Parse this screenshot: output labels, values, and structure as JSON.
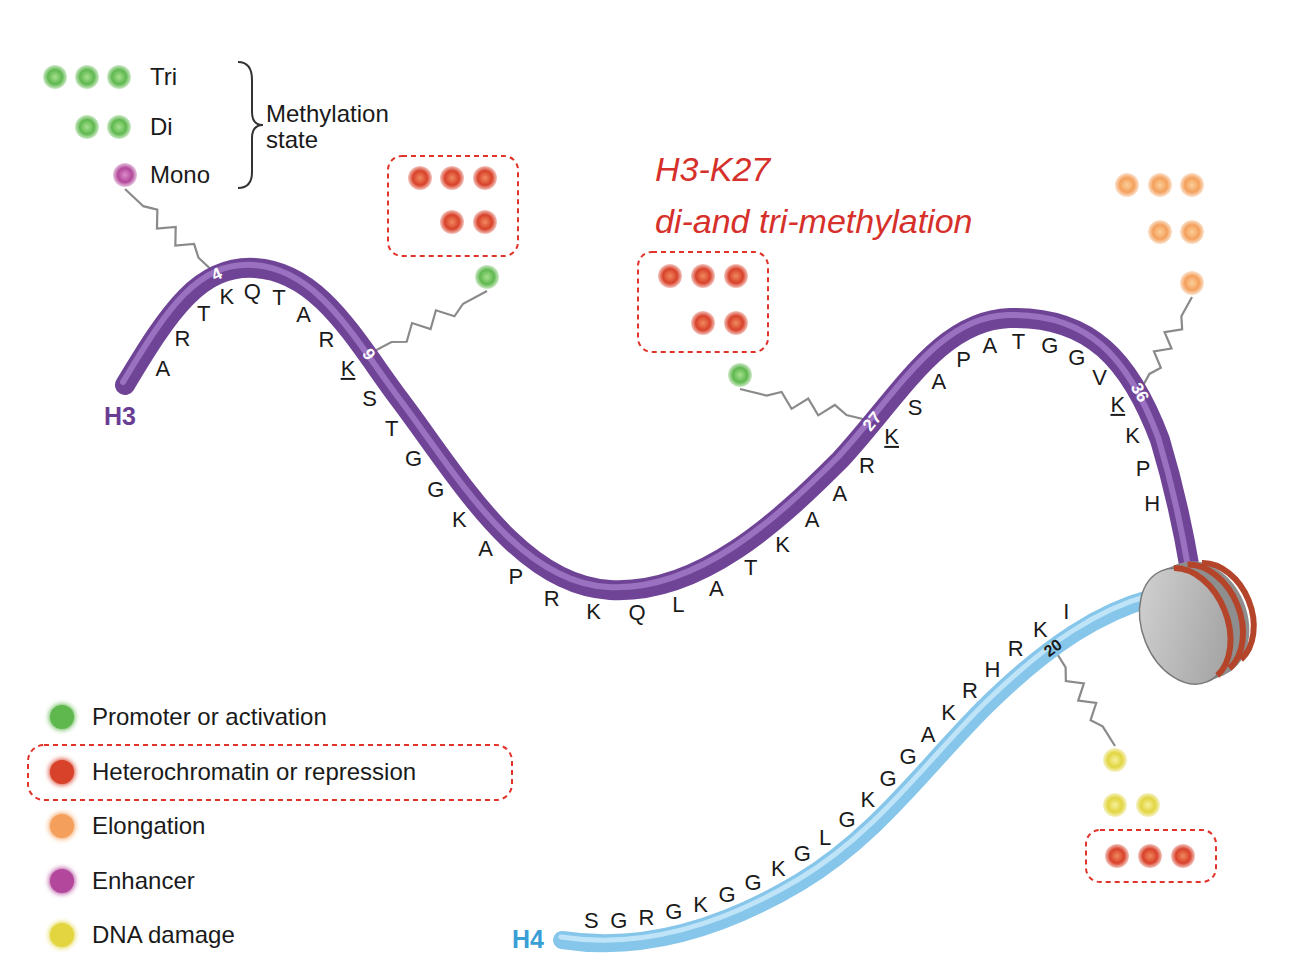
{
  "diagram": {
    "labels": [
      "Tri",
      "Di",
      "Mono",
      "Methylation state",
      "H3-K27",
      "di-and tri-methylation",
      "H3",
      "A",
      "R",
      "T",
      "K",
      "Q",
      "T",
      "A",
      "R",
      "K",
      "S",
      "T",
      "G",
      "G",
      "K",
      "A",
      "P",
      "R",
      "K",
      "Q",
      "L",
      "A",
      "T",
      "K",
      "A",
      "A",
      "R",
      "K",
      "S",
      "A",
      "P",
      "A",
      "T",
      "G",
      "G",
      "V",
      "K",
      "K",
      "P",
      "H",
      "4",
      "9",
      "27",
      "36",
      "H4",
      "S",
      "G",
      "R",
      "G",
      "K",
      "G",
      "G",
      "K",
      "G",
      "L",
      "G",
      "K",
      "G",
      "G",
      "A",
      "K",
      "R",
      "H",
      "R",
      "K",
      "I",
      "20"
    ],
    "legend": [
      {
        "text": "Promoter or activation",
        "color": "#5fb84e"
      },
      {
        "text": "Heterochromatin or repression",
        "color": "#d8412a"
      },
      {
        "text": "Elongation",
        "color": "#f4a05c"
      },
      {
        "text": "Enhancer",
        "color": "#b2479b"
      },
      {
        "text": "DNA damage",
        "color": "#e2d540"
      }
    ]
  }
}
